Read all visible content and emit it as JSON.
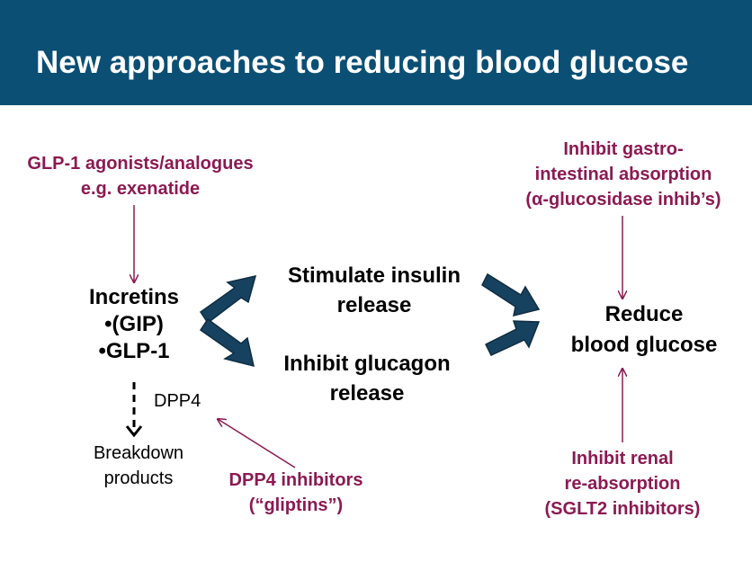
{
  "slide": {
    "title": "New approaches to reducing blood glucose",
    "colors": {
      "header": "#0b4f74",
      "accent": "#8b1a52",
      "arrow_fill": "#17425f"
    }
  },
  "diagram": {
    "glp1_agonists": [
      "GLP-1 agonists/analogues",
      "e.g. exenatide"
    ],
    "incretins": [
      "Incretins",
      "•(GIP)",
      "•GLP-1"
    ],
    "dpp4_label": "DPP4",
    "breakdown": [
      "Breakdown",
      "products"
    ],
    "dpp4_inhibitors": [
      "DPP4 inhibitors",
      "(“gliptins”)"
    ],
    "stimulate_insulin": [
      "Stimulate insulin",
      "release"
    ],
    "inhibit_glucagon": [
      "Inhibit glucagon",
      "release"
    ],
    "reduce_glucose": [
      "Reduce",
      "blood glucose"
    ],
    "gi_absorption": [
      "Inhibit gastro-",
      "intestinal absorption",
      "(α-glucosidase inhib’s)"
    ],
    "renal_reabsorption": [
      "Inhibit renal",
      "re-absorption",
      "(SGLT2 inhibitors)"
    ]
  }
}
